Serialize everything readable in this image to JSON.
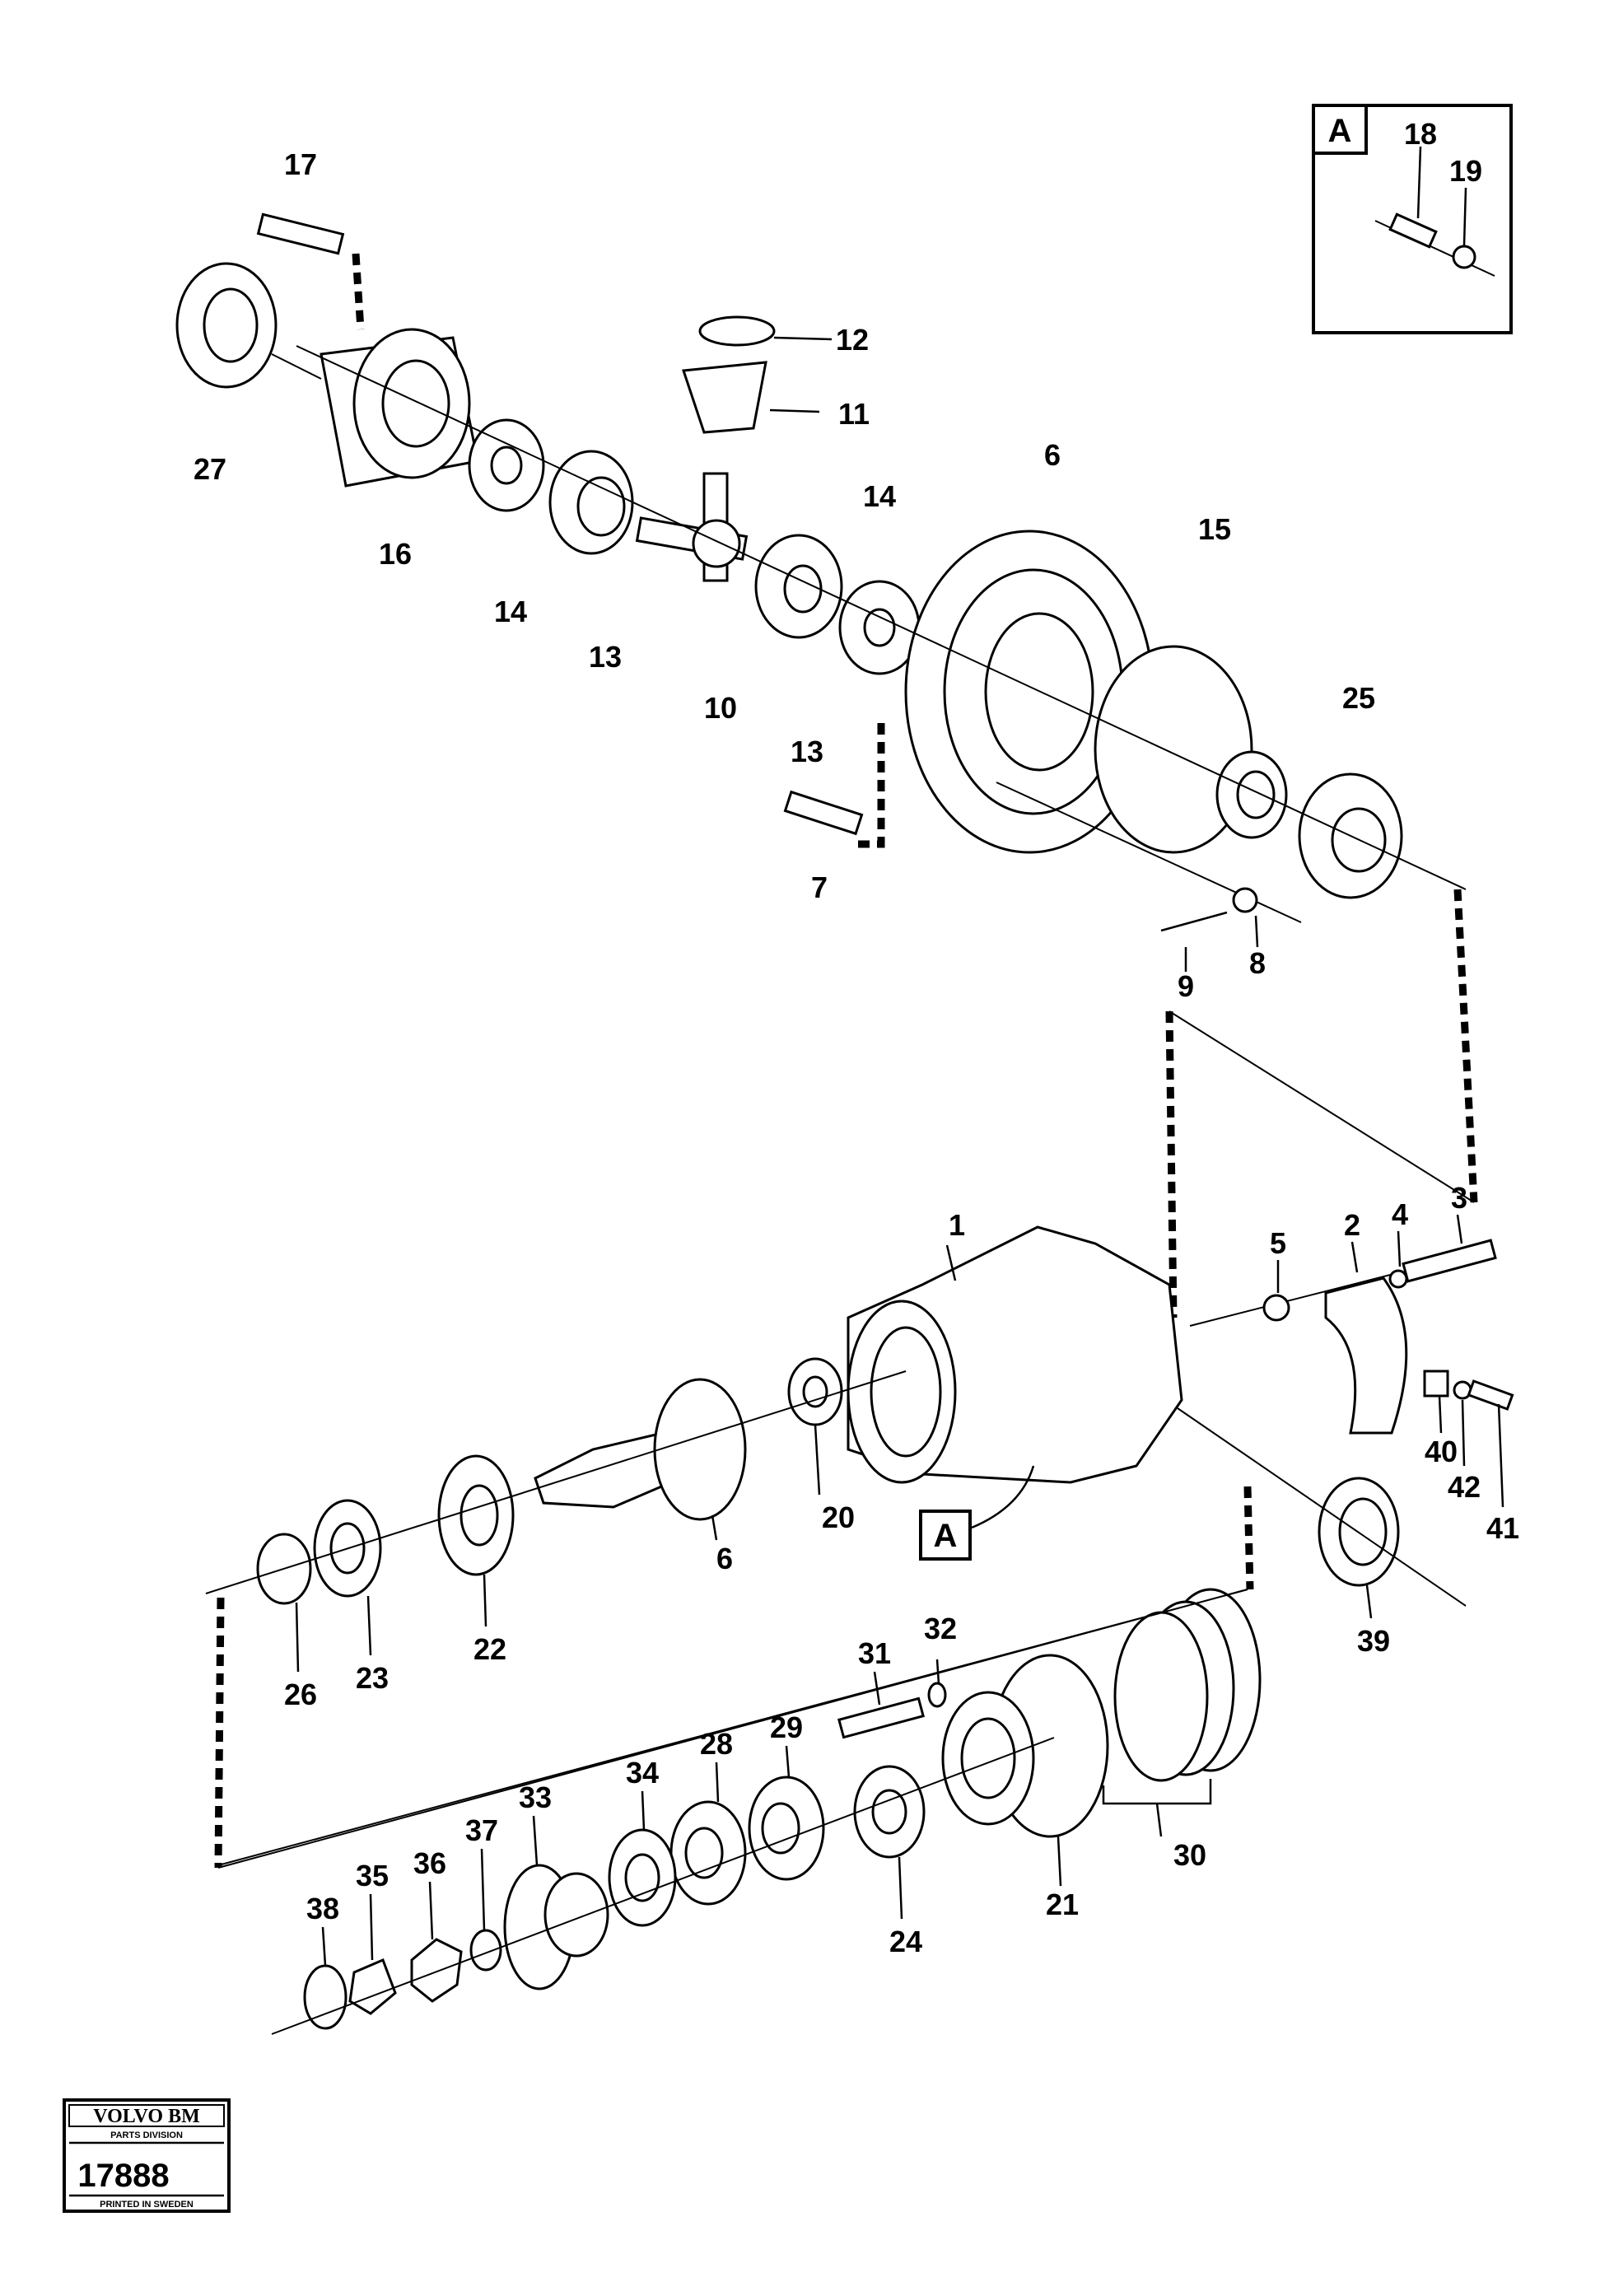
{
  "diagram": {
    "inset_letter": "A",
    "housing_ref_letter": "A",
    "callouts": {
      "c1": "1",
      "c2": "2",
      "c3": "3",
      "c4": "4",
      "c5": "5",
      "c6a": "6",
      "c6b": "6",
      "c7": "7",
      "c8": "8",
      "c9": "9",
      "c10": "10",
      "c11": "11",
      "c12": "12",
      "c13a": "13",
      "c13b": "13",
      "c14a": "14",
      "c14b": "14",
      "c15": "15",
      "c16": "16",
      "c17": "17",
      "c18": "18",
      "c19": "19",
      "c20": "20",
      "c21": "21",
      "c22": "22",
      "c23": "23",
      "c24": "24",
      "c25": "25",
      "c26": "26",
      "c27": "27",
      "c28": "28",
      "c29": "29",
      "c30": "30",
      "c31": "31",
      "c32": "32",
      "c33": "33",
      "c34": "34",
      "c35": "35",
      "c36": "36",
      "c37": "37",
      "c38": "38",
      "c39": "39",
      "c40": "40",
      "c41": "41",
      "c42": "42"
    }
  },
  "stamp": {
    "brand": "VOLVO BM",
    "division": "PARTS DIVISION",
    "number": "17888",
    "printed": "PRINTED IN SWEDEN"
  }
}
